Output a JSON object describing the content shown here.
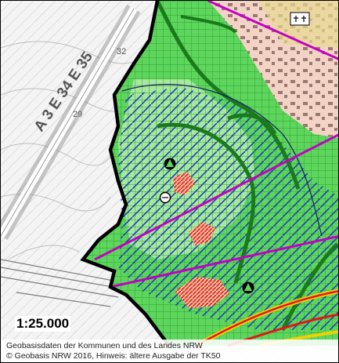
{
  "map": {
    "scale_label": "1:25.000",
    "road_label": "A 3 E 34 E 35",
    "spot_heights": [
      "32",
      "29"
    ],
    "attribution_line1": "Geobasisdaten der Kommunen und des Landes NRW",
    "attribution_line2": "© Geobasis NRW 2016, Hinweis: ältere Ausgabe der TK50",
    "colors": {
      "protected_area_fill": "#5ed65e",
      "protected_area_hatch": "#1f3fbf",
      "boundary": "#000000",
      "settlement": "#f2d3c6",
      "power_line": "#c400c4",
      "road_red": "#e01818",
      "road_yellow": "#f2d000",
      "hazard_hatch": "#d62020",
      "light_green": "#c8f0b8"
    }
  }
}
